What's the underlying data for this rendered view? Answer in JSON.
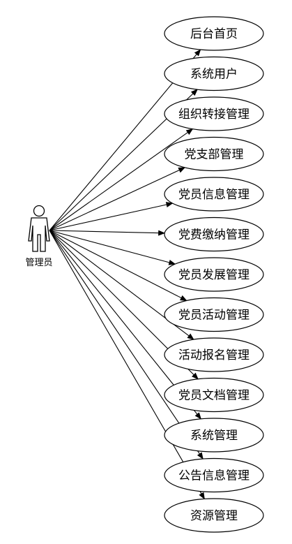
{
  "actor": {
    "label": "管理员",
    "icon": "person-icon"
  },
  "use_cases": [
    {
      "label": "后台首页"
    },
    {
      "label": "系统用户"
    },
    {
      "label": "组织转接管理"
    },
    {
      "label": "党支部管理"
    },
    {
      "label": "党员信息管理"
    },
    {
      "label": "党费缴纳管理"
    },
    {
      "label": "党员发展管理"
    },
    {
      "label": "党员活动管理"
    },
    {
      "label": "活动报名管理"
    },
    {
      "label": "党员文档管理"
    },
    {
      "label": "系统管理"
    },
    {
      "label": "公告信息管理"
    },
    {
      "label": "资源管理"
    }
  ]
}
